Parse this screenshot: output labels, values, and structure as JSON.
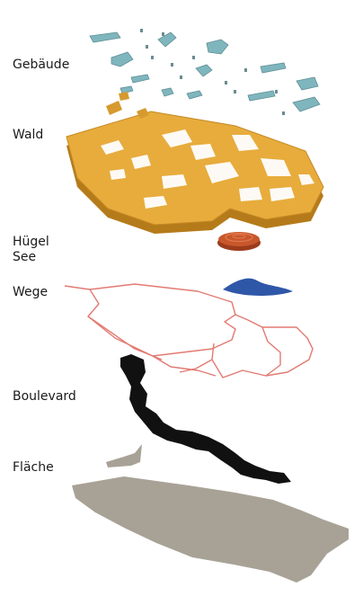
{
  "labels": {
    "gebaeude": "Gebäude",
    "wald": "Wald",
    "huegel": "Hügel",
    "see": "See",
    "wege": "Wege",
    "boulevard": "Boulevard",
    "flaeche": "Fläche"
  },
  "colors": {
    "gebaeude": "#7fb6be",
    "wald": "#e7ac3c",
    "wald_dark": "#b57b1a",
    "huegel": "#c8572c",
    "see": "#2f57a8",
    "wege": "#e27a72",
    "boulevard": "#111111",
    "flaeche": "#a8a296"
  }
}
